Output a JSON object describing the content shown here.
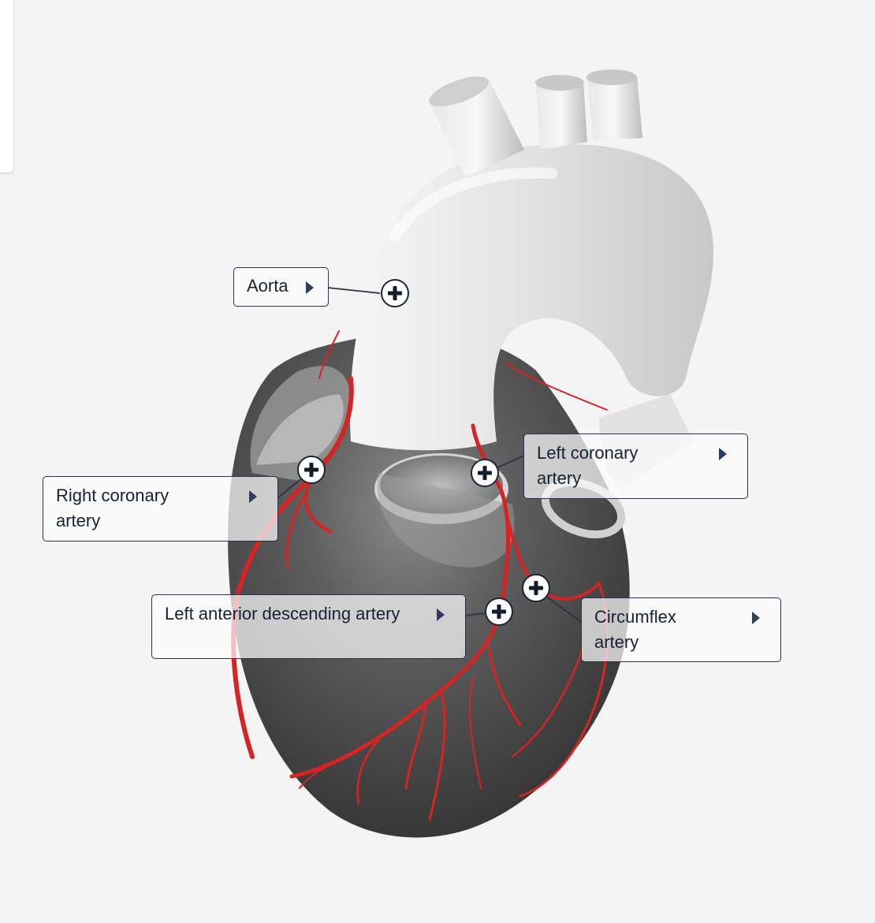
{
  "side_panel": {},
  "colors": {
    "background": "#f4f4f4",
    "label_border": "#2a3344",
    "label_text": "#182132",
    "marker_border": "#1b2535",
    "artery_red": "#d42424"
  },
  "hotspots": [
    {
      "id": "aorta",
      "label": "Aorta",
      "icon": "play-triangle-icon",
      "marker_icon": "plus-icon"
    },
    {
      "id": "right-coronary-artery",
      "label": "Right coronary artery",
      "icon": "play-triangle-icon",
      "marker_icon": "plus-icon"
    },
    {
      "id": "left-coronary-artery",
      "label": "Left coronary artery",
      "icon": "play-triangle-icon",
      "marker_icon": "plus-icon"
    },
    {
      "id": "left-anterior-descending-artery",
      "label": "Left anterior descending artery",
      "icon": "play-triangle-icon",
      "marker_icon": "plus-icon"
    },
    {
      "id": "circumflex-artery",
      "label": "Circumflex artery",
      "icon": "play-triangle-icon",
      "marker_icon": "plus-icon"
    }
  ]
}
